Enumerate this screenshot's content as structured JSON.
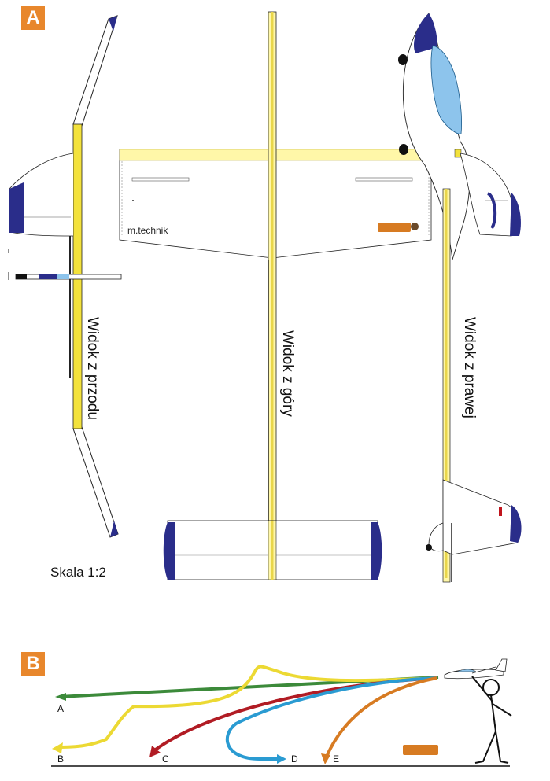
{
  "panel_a": {
    "badge": "A",
    "badge_color": "#e8872c",
    "front_label": "Widok z przodu",
    "top_label": "Widok z góry",
    "side_label": "Widok z prawej",
    "scale_label": "Skala 1:2",
    "brand_text": "m.technik"
  },
  "panel_b": {
    "badge": "B",
    "badge_color": "#e8872c",
    "paths": [
      {
        "label": "A",
        "color": "#3c8a3a"
      },
      {
        "label": "B",
        "color": "#ecd933"
      },
      {
        "label": "C",
        "color": "#b11c24"
      },
      {
        "label": "D",
        "color": "#2a9bd2"
      },
      {
        "label": "E",
        "color": "#d77b22"
      }
    ]
  },
  "colors": {
    "wing_tip": "#2a2d8a",
    "balsa": "#fff7a8",
    "balsa_dark": "#f3e23c",
    "canopy": "#8dc4ec"
  }
}
